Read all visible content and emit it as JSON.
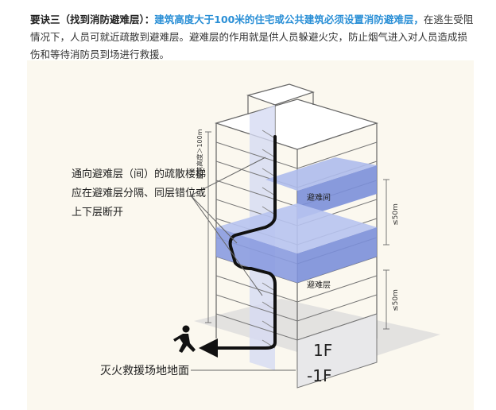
{
  "intro": {
    "lead": "要诀三（找到消防避难层）：",
    "key": "建筑高度大于100米的住宅或公共建筑必须设置消防避难层，",
    "rest": "在逃生受阻情况下，人员可就近疏散到避难层。避难层的作用就是供人员躲避火灾，防止烟气进入对人员造成损伤和等待消防员到场进行救援。"
  },
  "figure": {
    "callout": "通向避难层（间）的疏散楼梯应在避难层分隔、同层错位或上下层断开",
    "height_label": "建筑高度＞100m",
    "refuge_room_label": "避难间",
    "refuge_floor_label": "避难层",
    "spacing_top": "≤50m",
    "spacing_bottom": "≤50m",
    "floor_1f": "1F",
    "floor_b1": "-1F",
    "ground_label": "灭火救援场地地面",
    "colors": {
      "refuge": "#7b8fd9",
      "stair_shaft": "#d6dbf3",
      "line": "#666666",
      "path": "#111111"
    }
  }
}
